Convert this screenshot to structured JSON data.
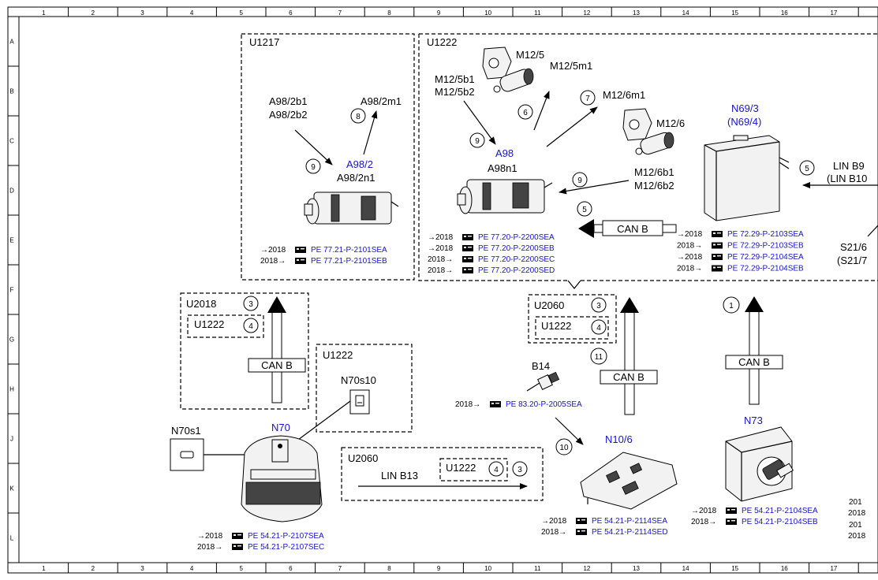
{
  "ruler": {
    "cols": [
      "1",
      "2",
      "3",
      "4",
      "5",
      "6",
      "7",
      "8",
      "9",
      "10",
      "11",
      "12",
      "13",
      "14",
      "15",
      "16",
      "17"
    ],
    "rows": [
      "A",
      "B",
      "C",
      "D",
      "E",
      "F",
      "G",
      "H",
      "J",
      "K",
      "L"
    ]
  },
  "boxes": {
    "u1217": "U1217",
    "u1222_top": "U1222",
    "u2018": "U2018",
    "u2018_inner": "U1222",
    "u1222_mid": "U1222",
    "u2060_mid": "U2060",
    "u2060_mid_inner": "U1222",
    "u2060_bottom": "U2060",
    "u2060_bottom_inner": "U1222"
  },
  "labels": {
    "a98_2b": [
      "A98/2b1",
      "A98/2b2"
    ],
    "a98_2m1": "A98/2m1",
    "a98_2": "A98/2",
    "a98_2n1": "A98/2n1",
    "m12_5": "M12/5",
    "m12_5m1": "M12/5m1",
    "m12_5b": [
      "M12/5b1",
      "M12/5b2"
    ],
    "m12_6m1": "M12/6m1",
    "m12_6": "M12/6",
    "m12_6b": [
      "M12/6b1",
      "M12/6b2"
    ],
    "a98": "A98",
    "a98n1": "A98n1",
    "n69_3": "N69/3",
    "n69_4": "(N69/4)",
    "lin_b9": "LIN B9",
    "lin_b10": "(LIN B10",
    "s21_6": "S21/6",
    "s21_7": "(S21/7",
    "can_b": "CAN B",
    "lin_b13": "LIN B13",
    "n70s10": "N70s10",
    "n70s1": "N70s1",
    "n70": "N70",
    "b14": "B14",
    "n10_6": "N10/6",
    "n73": "N73"
  },
  "circles": {
    "c8": "8",
    "c9a": "9",
    "c6": "6",
    "c7": "7",
    "c9b": "9",
    "c9c": "9",
    "c5a": "5",
    "c5b": "5",
    "c3a": "3",
    "c4a": "4",
    "c3b": "3",
    "c4b": "4",
    "c11": "11",
    "c1": "1",
    "c10": "10",
    "c4c": "4",
    "c3c": "3"
  },
  "refs": {
    "u1217": [
      {
        "year": "2018",
        "code": "PE 77.21-P-2101SEA"
      },
      {
        "year": "2018",
        "code": "PE 77.21-P-2101SEB"
      }
    ],
    "a98": [
      {
        "year": "2018",
        "code": "PE 77.20-P-2200SEA"
      },
      {
        "year": "2018",
        "code": "PE 77.20-P-2200SEB"
      },
      {
        "year": "2018",
        "code": "PE 77.20-P-2200SEC"
      },
      {
        "year": "2018",
        "code": "PE 77.20-P-2200SED"
      }
    ],
    "n69": [
      {
        "year": "2018",
        "code": "PE 72.29-P-2103SEA"
      },
      {
        "year": "2018",
        "code": "PE 72.29-P-2103SEB"
      },
      {
        "year": "2018",
        "code": "PE 72.29-P-2104SEA"
      },
      {
        "year": "2018",
        "code": "PE 72.29-P-2104SEB"
      }
    ],
    "b14": [
      {
        "year": "2018",
        "code": "PE 83.20-P-2005SEA"
      }
    ],
    "n70": [
      {
        "year": "2018",
        "code": "PE 54.21-P-2107SEA"
      },
      {
        "year": "2018",
        "code": "PE 54.21-P-2107SEC"
      }
    ],
    "n10": [
      {
        "year": "2018",
        "code": "PE 54.21-P-2114SEA"
      },
      {
        "year": "2018",
        "code": "PE 54.21-P-2114SED"
      }
    ],
    "n73": [
      {
        "year": "2018",
        "code": "PE 54.21-P-2104SEA"
      },
      {
        "year": "2018",
        "code": "PE 54.21-P-2104SEB"
      }
    ],
    "edge": [
      "201",
      "2018",
      "201",
      "2018"
    ]
  },
  "colors": {
    "link": "#1515d0",
    "line": "#000000"
  },
  "icons": {
    "ref_hand": "pointing-hand-icon"
  }
}
